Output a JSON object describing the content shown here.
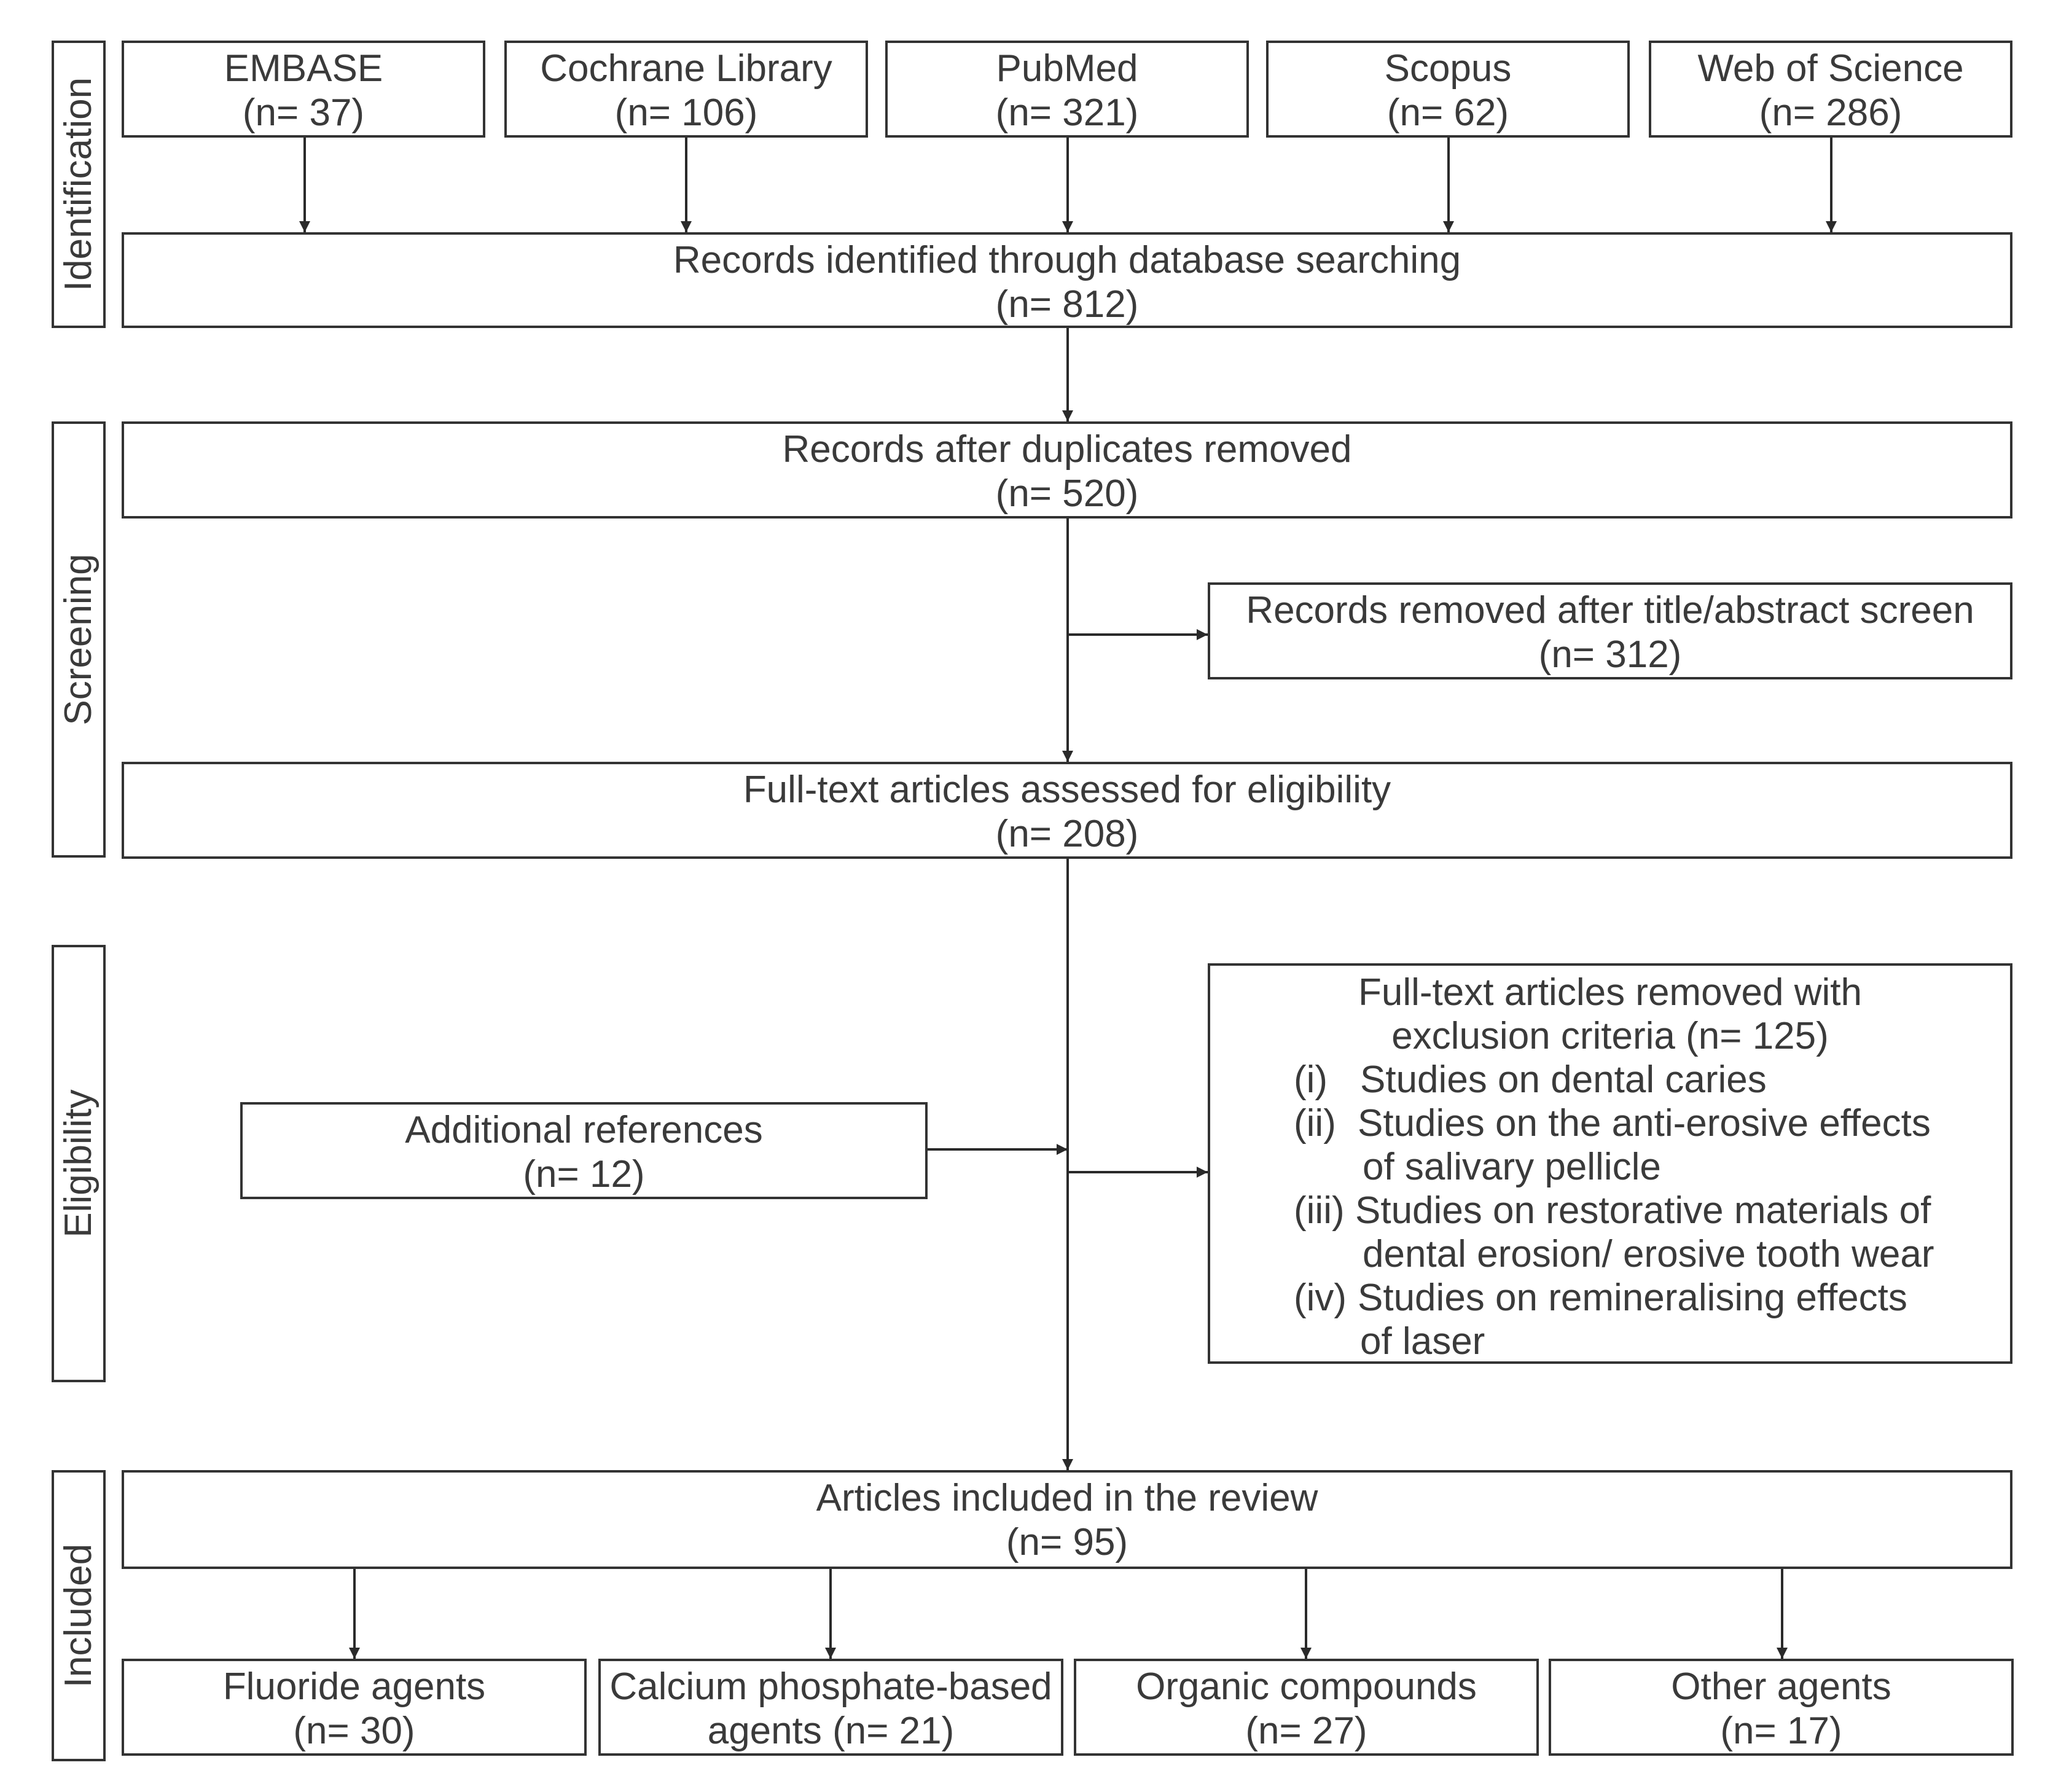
{
  "phases": [
    "Identification",
    "Screening",
    "Eligibility",
    "Included"
  ],
  "databases": [
    {
      "name": "EMBASE",
      "count": "(n= 37)"
    },
    {
      "name": "Cochrane Library",
      "count": "(n= 106)"
    },
    {
      "name": "PubMed",
      "count": "(n= 321)"
    },
    {
      "name": "Scopus",
      "count": "(n= 62)"
    },
    {
      "name": "Web of Science",
      "count": "(n= 286)"
    }
  ],
  "identified": {
    "label": "Records identified through database searching",
    "count": "(n= 812)"
  },
  "deduplicated": {
    "label": "Records after duplicates removed",
    "count": "(n= 520)"
  },
  "removed_screen": {
    "label": "Records removed after title/abstract screen",
    "count": "(n= 312)"
  },
  "fulltext": {
    "label": "Full-text articles assessed for eligibility",
    "count": "(n= 208)"
  },
  "additional": {
    "label": "Additional references",
    "count": "(n= 12)"
  },
  "excluded": {
    "head1": "Full-text articles removed with",
    "head2": "exclusion criteria (n= 125)",
    "items": [
      {
        "num": "(i)",
        "lines": [
          "Studies on dental caries"
        ]
      },
      {
        "num": "(ii)",
        "lines": [
          "Studies on the anti-erosive effects",
          "of salivary pellicle"
        ]
      },
      {
        "num": "(iii)",
        "lines": [
          "Studies on restorative materials of",
          "dental erosion/ erosive tooth wear"
        ]
      },
      {
        "num": "(iv)",
        "lines": [
          "Studies on remineralising effects",
          "of laser"
        ]
      }
    ]
  },
  "included": {
    "label": "Articles included in the review",
    "count": "(n= 95)"
  },
  "categories": [
    {
      "line1": "Fluoride agents",
      "line2": "(n= 30)"
    },
    {
      "line1": "Calcium phosphate-based",
      "line2": "agents (n= 21)"
    },
    {
      "line1": "Organic compounds",
      "line2": "(n= 27)"
    },
    {
      "line1": "Other agents",
      "line2": "(n= 17)"
    }
  ]
}
